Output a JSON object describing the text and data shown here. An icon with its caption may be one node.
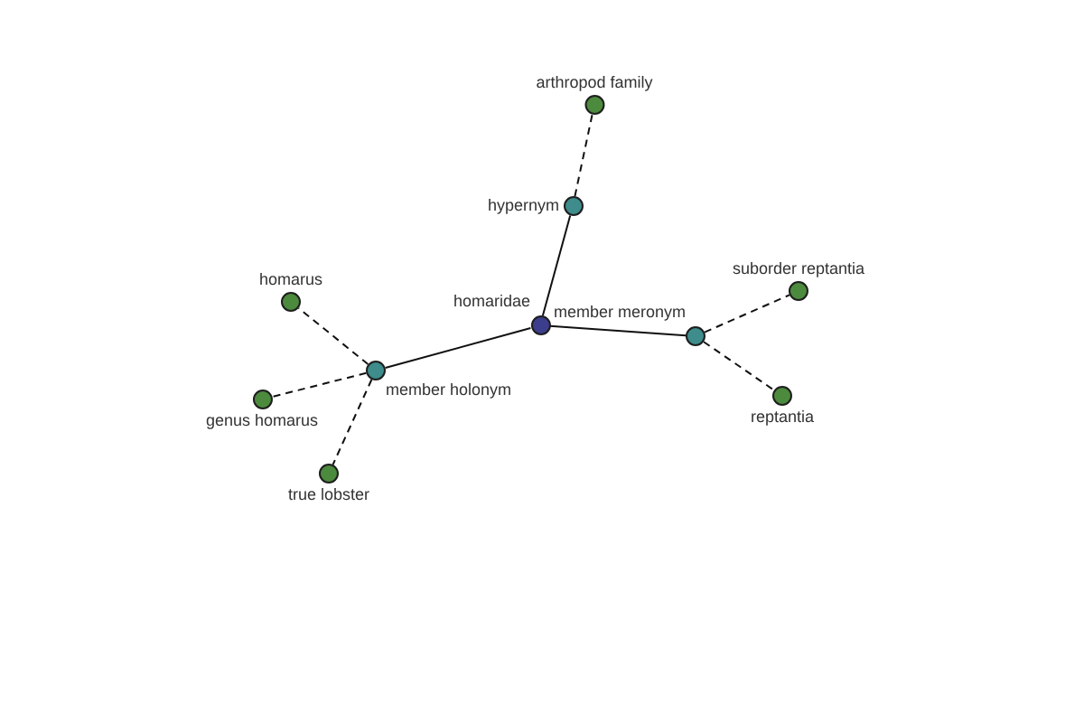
{
  "diagram": {
    "nodes": [
      {
        "text": [
          "arthropod family"
        ]
      },
      {
        "text": [
          "hypernym"
        ]
      },
      {
        "text": [
          "suborder reptantia"
        ]
      },
      {
        "text": [
          "homarus"
        ]
      },
      {
        "text": [
          "homaridae"
        ]
      },
      {
        "text": [
          "member meronym"
        ]
      },
      {
        "text": [
          "member holonym"
        ]
      },
      {
        "text": [
          "genus homarus"
        ]
      },
      {
        "text": [
          "reptantia"
        ]
      },
      {
        "text": [
          "true lobster"
        ]
      }
    ],
    "edges": [
      {
        "from": 4,
        "to": 1,
        "arrow": "none"
      },
      {
        "from": 1,
        "to": 0,
        "arrow": "none",
        "style": "dashed"
      },
      {
        "from": 4,
        "to": 5,
        "arrow": "none"
      },
      {
        "from": 5,
        "to": 2,
        "arrow": "none",
        "style": "dashed"
      },
      {
        "from": 5,
        "to": 8,
        "arrow": "none",
        "style": "dashed"
      },
      {
        "from": 4,
        "to": 6,
        "arrow": "none"
      },
      {
        "from": 6,
        "to": 3,
        "arrow": "none",
        "style": "dashed"
      },
      {
        "from": 6,
        "to": 7,
        "arrow": "none",
        "style": "dashed"
      },
      {
        "from": 6,
        "to": 9,
        "arrow": "none",
        "style": "dashed"
      }
    ]
  }
}
